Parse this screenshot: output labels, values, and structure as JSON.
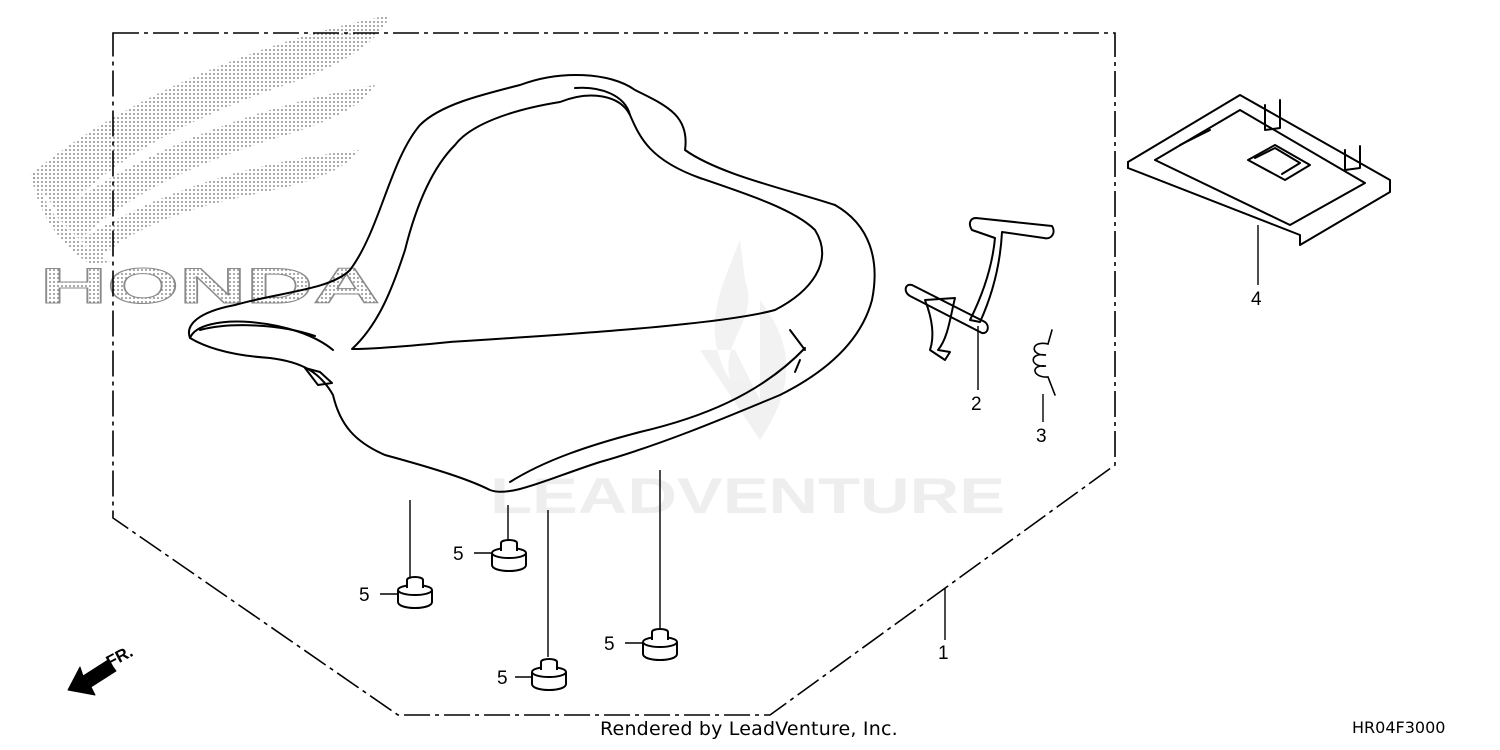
{
  "brand": {
    "logo_text": "HONDA",
    "watermark_text": "LEADVENTURE"
  },
  "callouts": [
    {
      "id": "1",
      "label": "1"
    },
    {
      "id": "2",
      "label": "2"
    },
    {
      "id": "3",
      "label": "3"
    },
    {
      "id": "4",
      "label": "4"
    },
    {
      "id": "5a",
      "label": "5"
    },
    {
      "id": "5b",
      "label": "5"
    },
    {
      "id": "5c",
      "label": "5"
    },
    {
      "id": "5d",
      "label": "5"
    }
  ],
  "front_arrow_label": "FR.",
  "footer": {
    "rendered_by": "Rendered by LeadVenture, Inc.",
    "diagram_code": "HR04F3000"
  },
  "icons": {
    "front": "front-direction-arrow-icon",
    "logo": "honda-wing-logo-icon"
  }
}
